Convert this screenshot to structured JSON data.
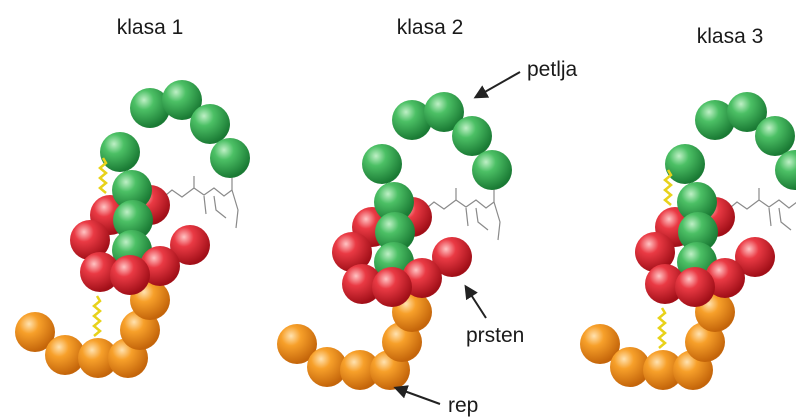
{
  "panels": [
    {
      "title": "klasa 1"
    },
    {
      "title": "klasa 2"
    },
    {
      "title": "klasa 3"
    }
  ],
  "annotations": {
    "loop": "petlja",
    "ring": "prsten",
    "tail": "rep"
  },
  "colors": {
    "loop": "#2ea34f",
    "ring": "#e0212d",
    "tail": "#f28a12",
    "linker": "#e8d21a",
    "chem": "#8a8a8a",
    "arrow": "#222222"
  }
}
